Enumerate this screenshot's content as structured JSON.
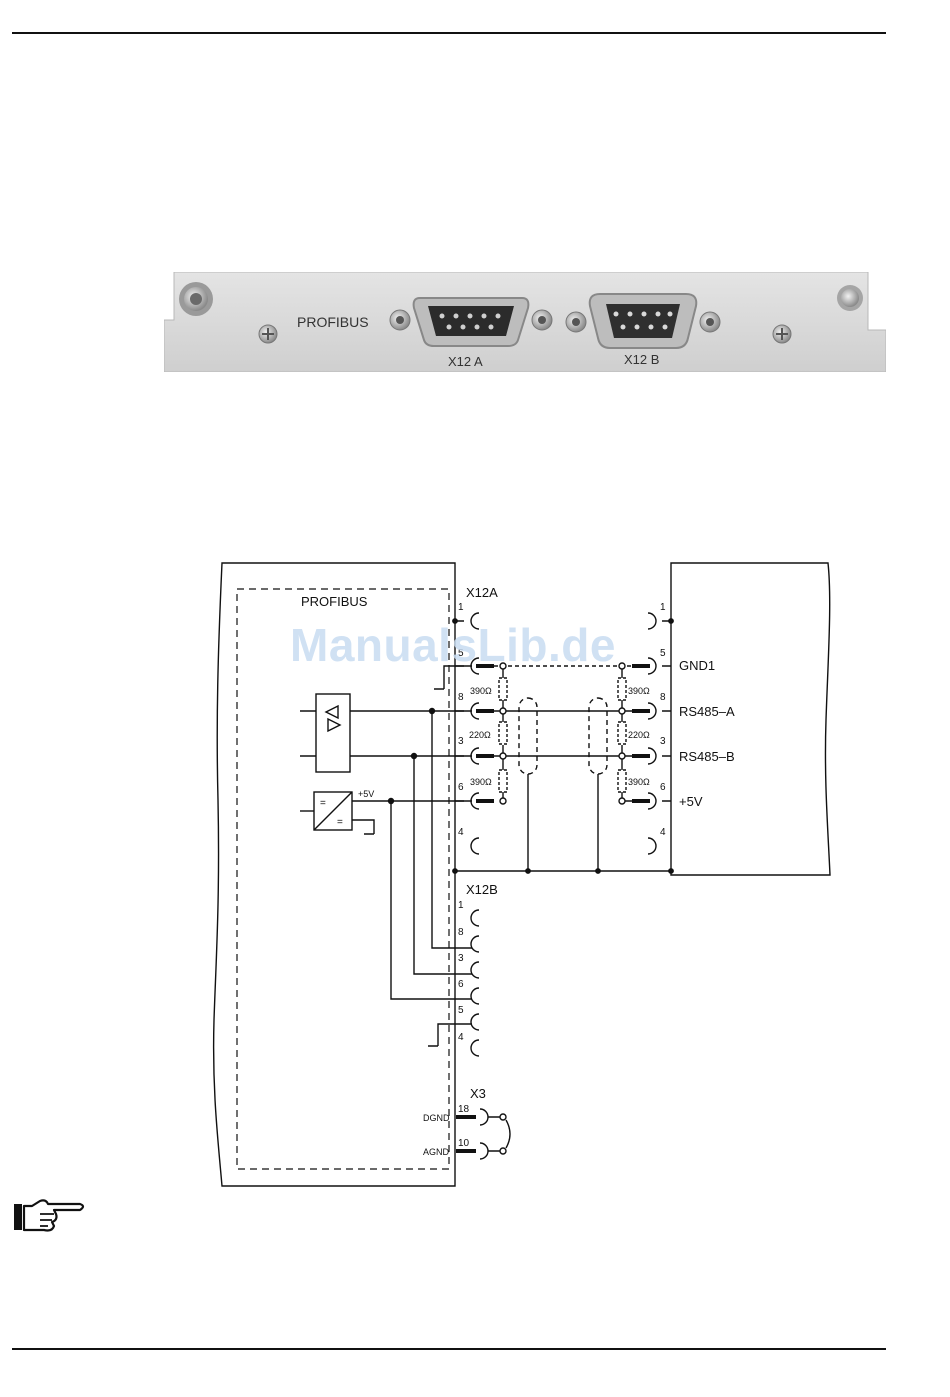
{
  "faceplate": {
    "label": "PROFIBUS",
    "connector_a": "X12 A",
    "connector_b": "X12 B"
  },
  "diagram": {
    "block_label": "PROFIBUS",
    "x12a": "X12A",
    "x12b": "X12B",
    "x3": "X3",
    "signals": {
      "gnd1": "GND1",
      "rs485a": "RS485–A",
      "rs485b": "RS485–B",
      "plus5v": "+5V"
    },
    "supply_label": "+5V",
    "resistors": {
      "r390": "390Ω",
      "r220": "220Ω"
    },
    "x12a_pins": [
      "1",
      "5",
      "8",
      "3",
      "6",
      "4"
    ],
    "x12b_pins": [
      "1",
      "8",
      "3",
      "6",
      "5",
      "4"
    ],
    "x3_pins": [
      "18",
      "10"
    ],
    "x3_labels": [
      "DGND",
      "AGND"
    ],
    "converter_symbols": [
      "=",
      "="
    ]
  },
  "watermark": "ManualsLib.de"
}
